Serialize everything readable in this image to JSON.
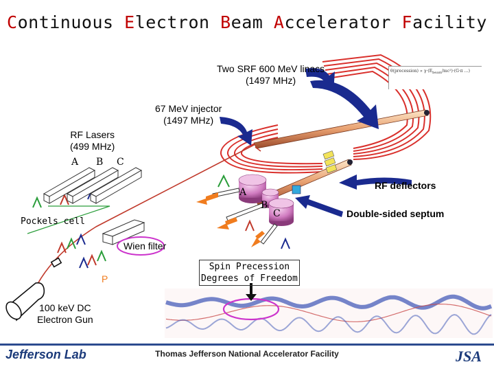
{
  "title": {
    "words": [
      {
        "initial": "C",
        "rest": "ontinuous"
      },
      {
        "initial": "E",
        "rest": "lectron"
      },
      {
        "initial": "B",
        "rest": "eam"
      },
      {
        "initial": "A",
        "rest": "ccelerator"
      },
      {
        "initial": "F",
        "rest": "acility"
      }
    ],
    "accent_color": "#c00000"
  },
  "labels": {
    "linacs": "Two SRF 600 MeV linacs\n(1497 MHz)",
    "injector": "67 MeV injector\n(1497 MHz)",
    "rf_lasers": "RF Lasers\n(499 MHz)",
    "laser_a": "A",
    "laser_b": "B",
    "laser_c": "C",
    "pockels": "Pockels cell",
    "wien": "Wien filter",
    "p": "P",
    "gun": "100 keV DC\nElectron Gun",
    "rf_deflectors": "RF deflectors",
    "septum": "Double-sided septum",
    "spin": "Spin Precession\nDegrees of Freedom",
    "hall_a": "A",
    "hall_b": "B",
    "hall_c": "C"
  },
  "footer": {
    "organization": "Thomas Jefferson National Accelerator Facility",
    "left_logo": "Jefferson Lab",
    "right_logo": "JSA"
  },
  "colors": {
    "beamline": "#c0392b",
    "arc": "#d9302c",
    "highlight_circle": "#cc33cc",
    "arrow_blue": "#1a2a8f",
    "arrow_orange": "#f07c1e",
    "waveform": "#3a53b5"
  },
  "icons": [
    "spin-arrow-icon",
    "beam-arrow-icon",
    "pointer-arrow-icon"
  ]
}
